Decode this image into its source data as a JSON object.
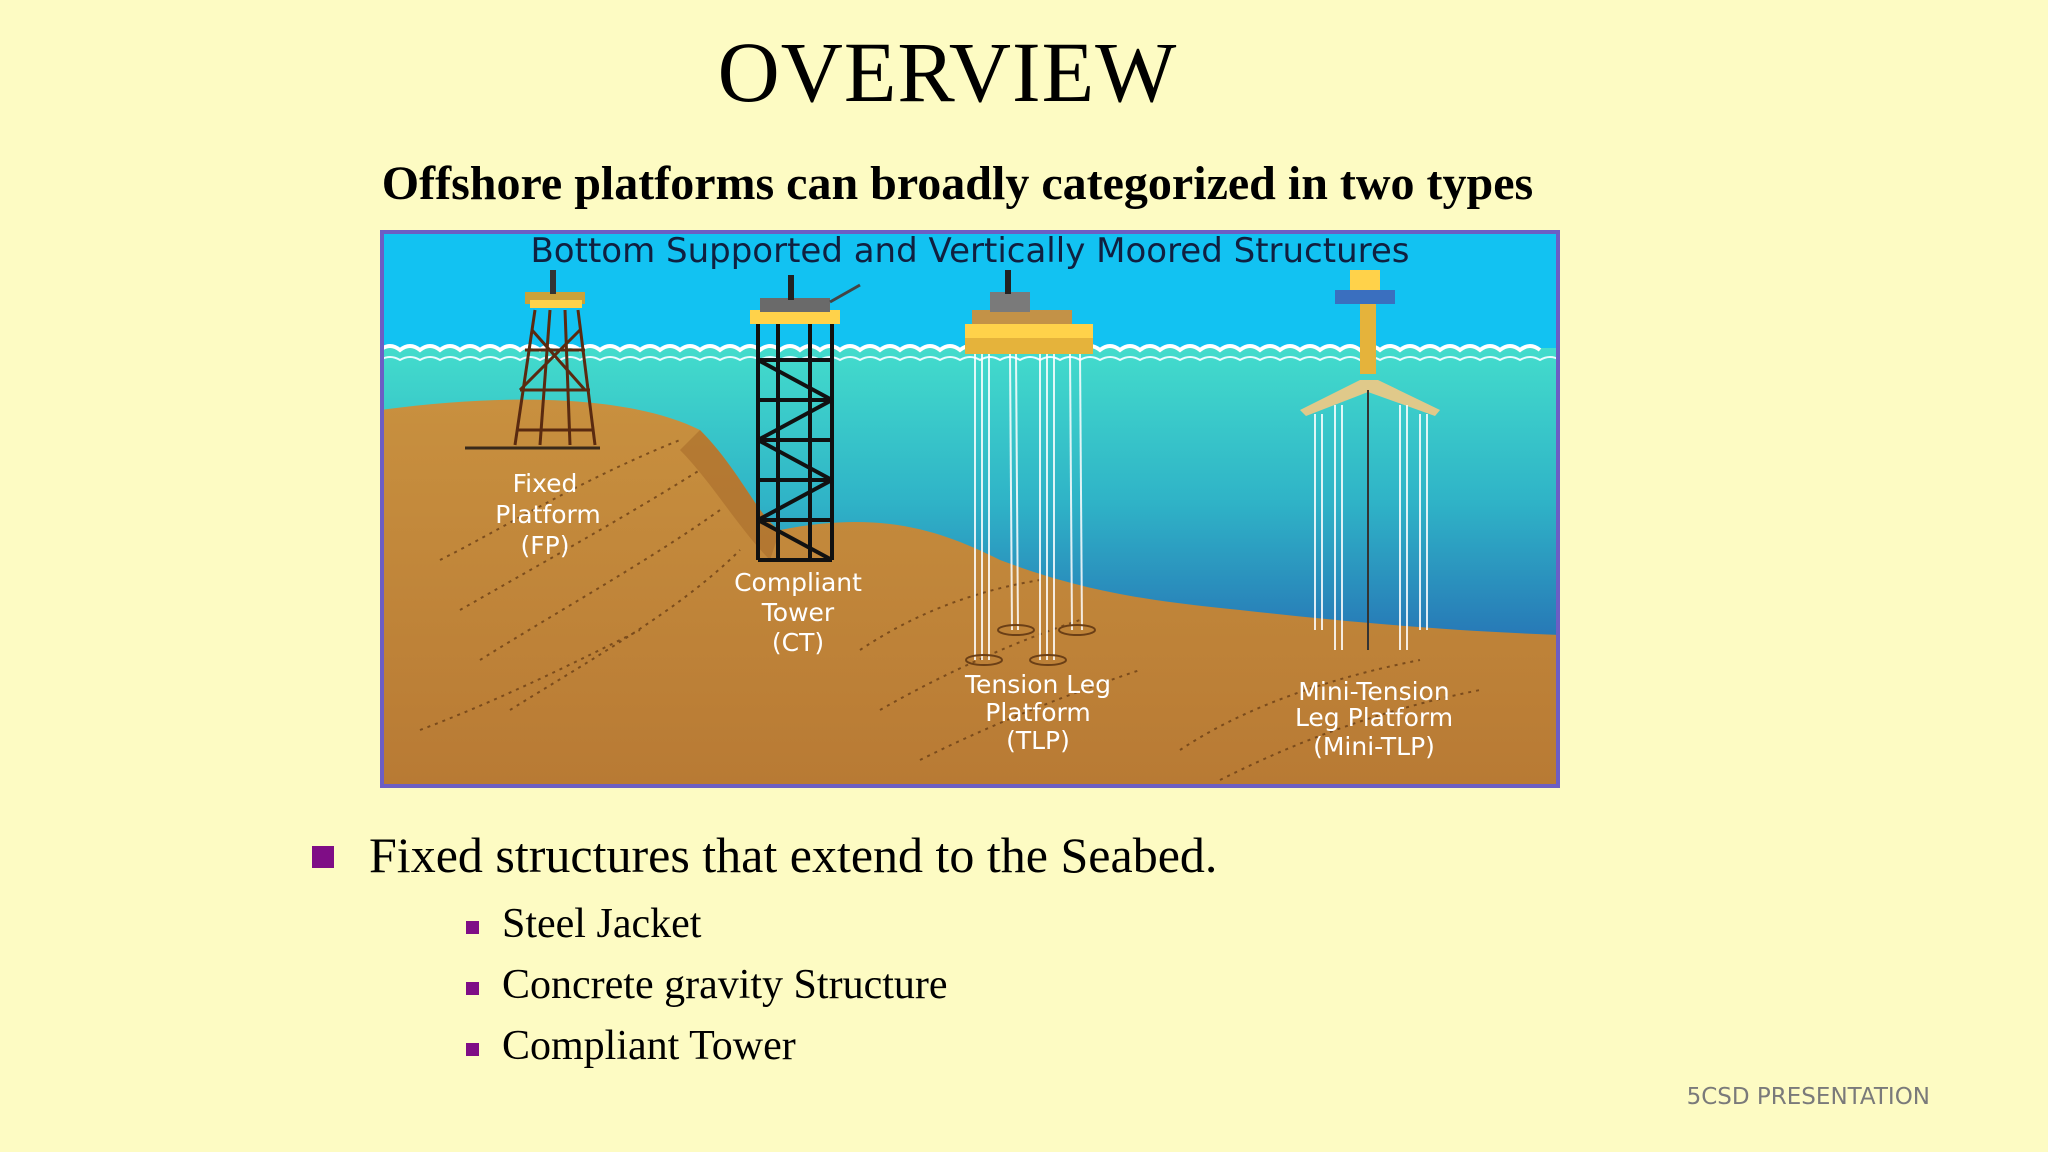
{
  "slide": {
    "title": "OVERVIEW",
    "subtitle": "Offshore platforms can broadly categorized in two types",
    "footer": "5CSD PRESENTATION"
  },
  "figure": {
    "banner": "Bottom Supported and Vertically Moored Structures",
    "labels": {
      "fp": [
        "Fixed",
        "Platform",
        "(FP)"
      ],
      "ct": [
        "Compliant",
        "Tower",
        "(CT)"
      ],
      "tlp": [
        "Tension Leg",
        "Platform",
        "(TLP)"
      ],
      "mtlp": [
        "Mini-Tension",
        "Leg Platform",
        "(Mini-TLP)"
      ]
    },
    "colors": {
      "sky": "#12c2f2",
      "sea_top": "#36d4cc",
      "sea_deep": "#1d57a3",
      "seabed": "#c3873c",
      "border": "#6c5ec4"
    }
  },
  "bullets": {
    "main": "Fixed structures that extend to the Seabed.",
    "sub": [
      "Steel Jacket",
      "Concrete gravity Structure",
      "Compliant Tower"
    ],
    "bullet_color": "#7f0d86"
  }
}
